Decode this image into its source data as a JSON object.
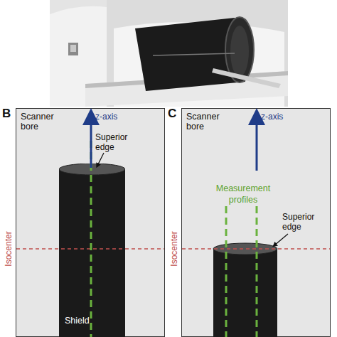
{
  "diagram": {
    "nodes": [
      {
        "text": [
          "Scanner bore"
        ]
      },
      {
        "text": [
          "Shield"
        ],
        "in": 0
      },
      {
        "text": [
          "Scanner bore"
        ]
      }
    ],
    "labels": [
      "B",
      "z-axis",
      "Superior edge",
      "Isocenter",
      "C",
      "z-axis",
      "Measurement profiles",
      "Superior edge",
      "Isocenter"
    ]
  }
}
